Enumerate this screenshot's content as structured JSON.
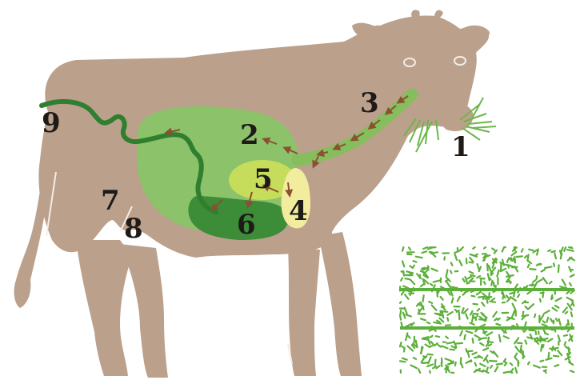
{
  "labels": {
    "mouth": "1",
    "rumen": "2",
    "esophagus": "3",
    "omasum": "4",
    "reticulum": "5",
    "abomasum": "6",
    "small_intestine": "7",
    "cecum": "8",
    "large_intestine": "9"
  },
  "colors": {
    "cow_body": "#bba08c",
    "rumen": "#8cc26a",
    "reticulum": "#c6dd5c",
    "omasum": "#f2ec9e",
    "abomasum": "#3c8c38",
    "intestine": "#2f7f2f",
    "esophagus_tube": "#86bd5d",
    "arrows": "#8a5032",
    "hay": "#5caf3a",
    "labels": "#1e1a17"
  },
  "icons": [
    "cow-silhouette",
    "grass-tuft",
    "hay-bale"
  ]
}
